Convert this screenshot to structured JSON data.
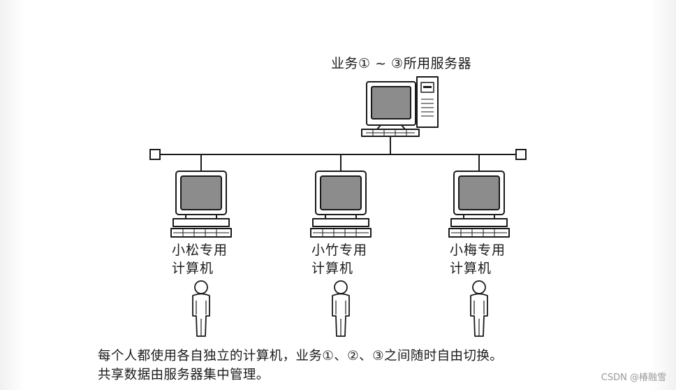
{
  "server": {
    "label": "业务① ~ ③所用服务器"
  },
  "computers": [
    {
      "line1": "小松专用",
      "line2": "计算机"
    },
    {
      "line1": "小竹专用",
      "line2": "计算机"
    },
    {
      "line1": "小梅专用",
      "line2": "计算机"
    }
  ],
  "caption": {
    "line1": "每个人都使用各自独立的计算机，业务①、②、③之间随时自由切换。",
    "line2": "共享数据由服务器集中管理。"
  },
  "watermark": "CSDN @椿融雪",
  "colors": {
    "ink": "#1a1a1a",
    "screen": "#8c8c8c",
    "paper": "#ffffff"
  }
}
